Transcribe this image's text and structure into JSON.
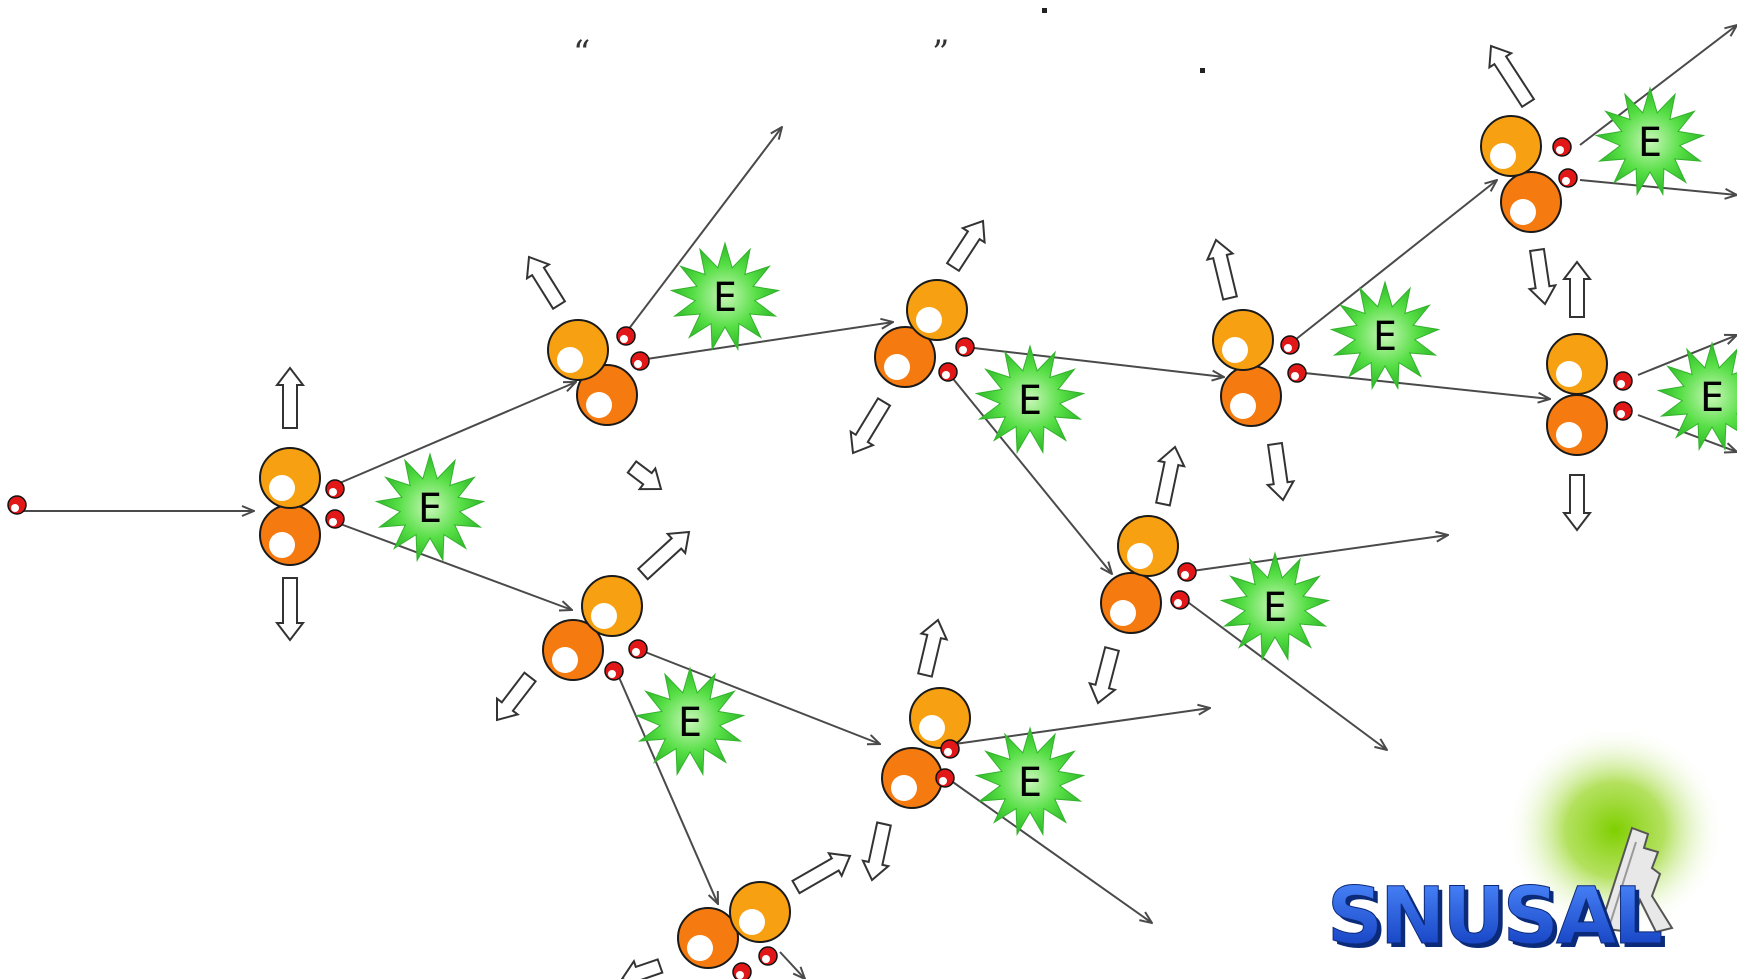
{
  "diagram": {
    "open_quote": "“",
    "close_quote": "”",
    "energy_label": "E",
    "logo_text": "SNUSAL"
  },
  "colors": {
    "nucleus_top": "#f7a012",
    "nucleus_bottom": "#f57a0f",
    "nucleus_outline": "#1a1a1a",
    "neutron": "#e21818",
    "energy_burst": "#4ddc3e",
    "arrow": "#4a4a4a",
    "logo_blue": "#1a4fd8"
  },
  "icons": {
    "energy": "energy-burst-icon",
    "logo": "snusal-logo"
  }
}
